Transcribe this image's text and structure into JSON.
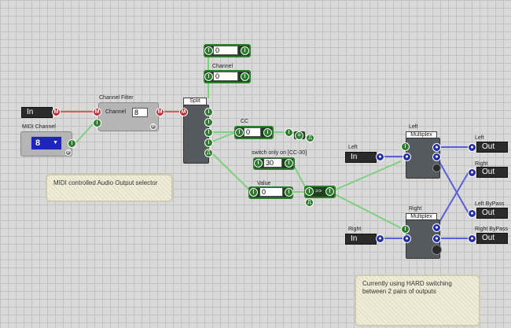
{
  "midi_in": {
    "label": "In",
    "pin": "M"
  },
  "midi_channel": {
    "caption": "MIDI Channel",
    "value": "8",
    "arrow": "▼",
    "foot_pin": "P",
    "out_pin": "I"
  },
  "channel_filter": {
    "title": "Channel Filter",
    "field_label": "Channel",
    "field_value": "8",
    "in_m": "M",
    "in_i": "I",
    "out_m": "M",
    "foot_pin": "P"
  },
  "split": {
    "title": "Split",
    "in_pin": "M"
  },
  "top_value_boxes": [
    {
      "value": "0",
      "caption": ""
    },
    {
      "value": "0",
      "caption": "Channel"
    }
  ],
  "cc": {
    "caption": "CC",
    "value": "0"
  },
  "switch_cc": {
    "caption": "switch only on [CC-30]",
    "value": "30"
  },
  "value_box": {
    "caption": "Value",
    "value": "0"
  },
  "gate_label": ">>",
  "compare_label": "=",
  "pulse_label": "⎍",
  "left_in": {
    "caption": "Left",
    "label": "In"
  },
  "right_in": {
    "caption": "Right",
    "label": "In"
  },
  "mux_left": {
    "caption": "Left",
    "title": "Multiplex"
  },
  "mux_right": {
    "caption": "Right",
    "title": "Multiplex"
  },
  "outputs": [
    {
      "caption": "Left",
      "label": "Out"
    },
    {
      "caption": "Right",
      "label": "Out"
    },
    {
      "caption": "Left ByPass",
      "label": "Out"
    },
    {
      "caption": "Right ByPass",
      "label": "Out"
    }
  ],
  "comments": {
    "selector": "MIDI controlled Audio Output selector",
    "hard_switching": "Currently using HARD switching between 2 pairs of outputs"
  },
  "colors": {
    "midi_wire": "#e05a5a",
    "value_wire": "#6fcf6f",
    "audio_wire": "#5a5fd6"
  },
  "pin_letters": {
    "int": "I",
    "audio": "●"
  }
}
